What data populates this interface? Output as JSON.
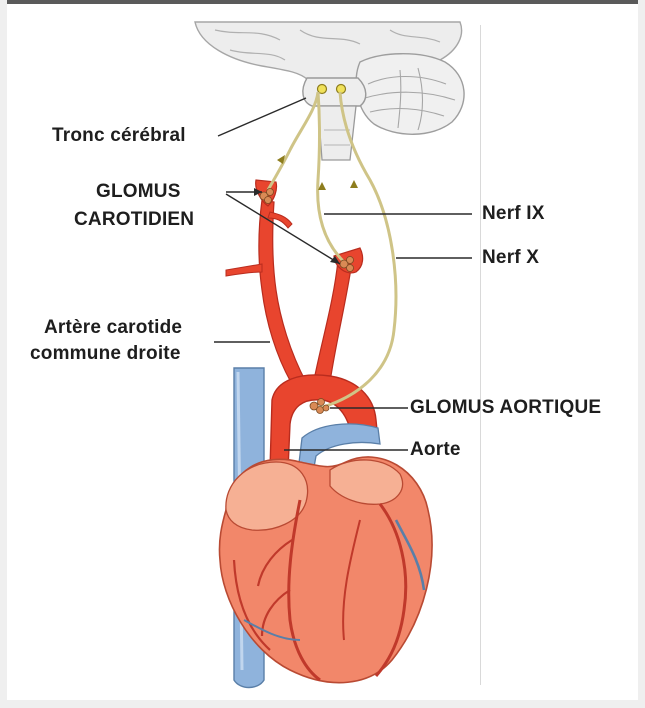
{
  "labels": {
    "brainstem": "Tronc cérébral",
    "carotid_glomus_line1": "GLOMUS",
    "carotid_glomus_line2": "CAROTIDIEN",
    "nerve_ix": "Nerf IX",
    "nerve_x": "Nerf X",
    "carotid_artery_line1": "Artère carotide",
    "carotid_artery_line2": "commune droite",
    "aortic_glomus": "GLOMUS AORTIQUE",
    "aorta": "Aorte"
  },
  "colors": {
    "artery": "#e8452e",
    "artery_dark": "#b92c1e",
    "vein": "#8fb3dc",
    "nerve": "#cfc487",
    "heart": "#f2876a",
    "heart_light": "#f6b094",
    "brain": "#ececec",
    "text": "#1e1e1e"
  }
}
